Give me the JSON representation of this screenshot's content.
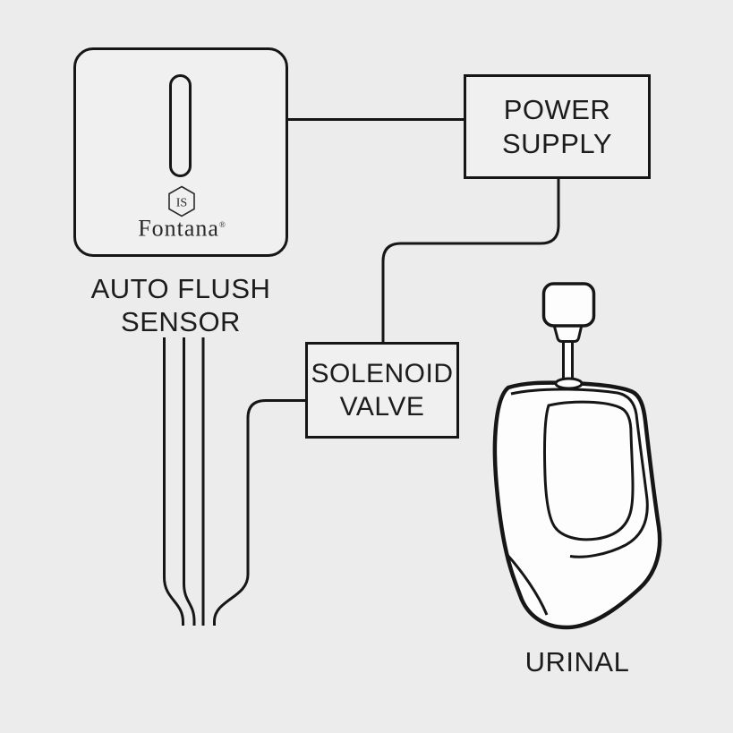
{
  "diagram": {
    "type": "wiring-diagram",
    "colors": {
      "background": "#ececec",
      "line": "#161616",
      "text": "#1c1c1c",
      "box_fill": "#f0f0f0",
      "fixture_fill": "#fdfdfd"
    },
    "nodes": {
      "sensor": {
        "caption_line1": "AUTO FLUSH",
        "caption_line2": "SENSOR",
        "brand": "Fontana",
        "brand_mark": "®",
        "logo_monogram": "IS"
      },
      "power_supply": {
        "line1": "POWER",
        "line2": "SUPPLY"
      },
      "solenoid_valve": {
        "line1": "SOLENOID",
        "line2": "VALVE"
      },
      "urinal": {
        "label": "URINAL"
      }
    },
    "connections": [
      {
        "from": "auto-flush-sensor",
        "to": "power-supply"
      },
      {
        "from": "power-supply",
        "to": "solenoid-valve"
      },
      {
        "from": "solenoid-valve",
        "to": "sensor-wire-bundle"
      }
    ]
  }
}
